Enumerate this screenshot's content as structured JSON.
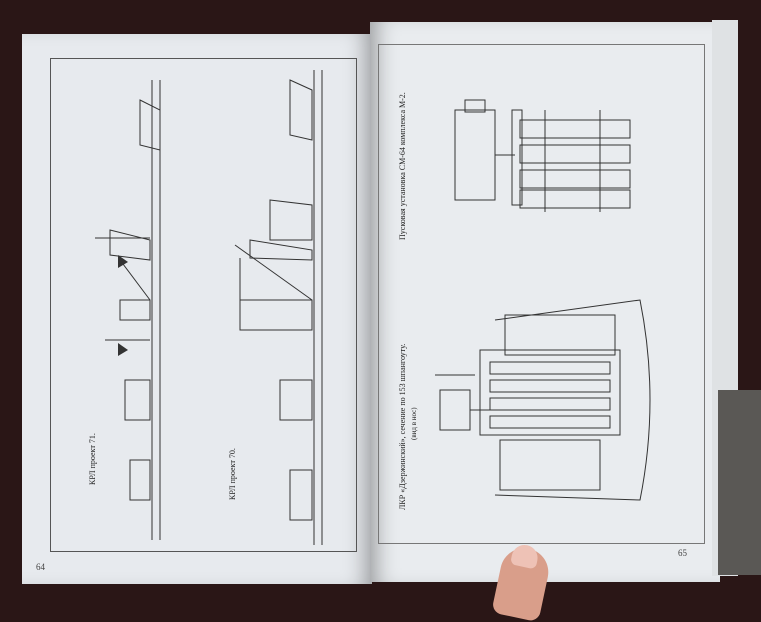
{
  "left_page": {
    "caption_top": "КРЛ проект 71.",
    "caption_bottom": "КРЛ проект 70.",
    "page_number": "64"
  },
  "right_page": {
    "caption_launcher": "Пусковая установка СМ-64 комплекса М-2.",
    "caption_section": "ЛКР «Дзержинский», сечение по 153 шпангоуту.",
    "caption_section_note": "(вид в нос)",
    "page_number": "65"
  }
}
